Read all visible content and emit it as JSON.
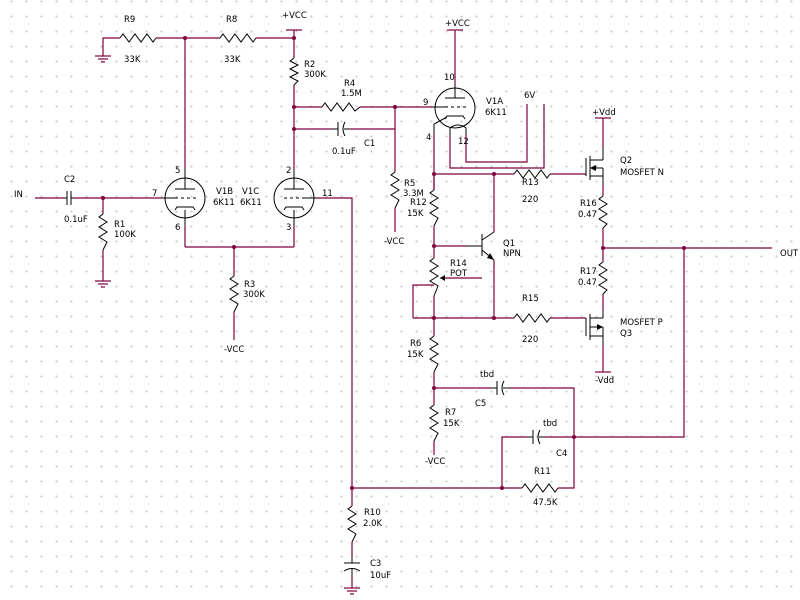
{
  "labels": {
    "vcc_top": "+VCC",
    "vcc_tube": "+VCC",
    "neg_vcc_r3": "-VCC",
    "neg_vcc_r5": "-VCC",
    "neg_vcc_r7": "-VCC",
    "vdd_top": "+Vdd",
    "vdd_bot": "-Vdd",
    "in": "IN",
    "out": "OUT",
    "six_v": "6V",
    "pin10": "10",
    "pin9": "9",
    "pin4": "4",
    "pin12": "12",
    "pin7": "7",
    "pin5": "5",
    "pin6": "6",
    "pin2": "2",
    "pin3": "3",
    "pin11": "11"
  },
  "components": {
    "r9": {
      "ref": "R9",
      "value": "33K"
    },
    "r8": {
      "ref": "R8",
      "value": "33K"
    },
    "r2": {
      "ref": "R2",
      "value": "300K"
    },
    "r4": {
      "ref": "R4",
      "value": "1.5M"
    },
    "c1": {
      "ref": "C1",
      "value": "0.1uF"
    },
    "r5": {
      "ref": "R5",
      "value": "3.3M"
    },
    "c2": {
      "ref": "C2",
      "value": "0.1uF"
    },
    "r1": {
      "ref": "R1",
      "value": "100K"
    },
    "v1b": {
      "ref": "V1B",
      "value": "6K11"
    },
    "v1c": {
      "ref": "V1C",
      "value": "6K11"
    },
    "v1a": {
      "ref": "V1A",
      "value": "6K11"
    },
    "r3": {
      "ref": "R3",
      "value": "300K"
    },
    "r12": {
      "ref": "R12",
      "value": "15K"
    },
    "r13": {
      "ref": "R13",
      "value": "220"
    },
    "q1": {
      "ref": "Q1",
      "value": "NPN"
    },
    "r14": {
      "ref": "R14",
      "value": "POT"
    },
    "r15": {
      "ref": "R15",
      "value": "220"
    },
    "r6": {
      "ref": "R6",
      "value": "15K"
    },
    "r7": {
      "ref": "R7",
      "value": "15K"
    },
    "c5": {
      "ref": "C5",
      "value": "tbd"
    },
    "c4": {
      "ref": "C4",
      "value": "tbd"
    },
    "r11": {
      "ref": "R11",
      "value": "47.5K"
    },
    "r10": {
      "ref": "R10",
      "value": "2.0K"
    },
    "c3": {
      "ref": "C3",
      "value": "10uF"
    },
    "q2": {
      "ref": "Q2",
      "value": "MOSFET N"
    },
    "q3": {
      "ref": "Q3",
      "value": "MOSFET P"
    },
    "r16": {
      "ref": "R16",
      "value": "0.47"
    },
    "r17": {
      "ref": "R17",
      "value": "0.47"
    }
  }
}
